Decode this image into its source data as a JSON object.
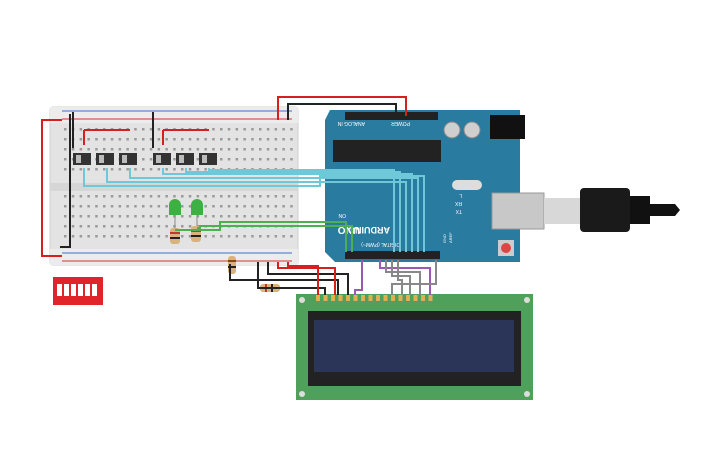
{
  "arduino": {
    "brand": "ARDUINO",
    "model": "UNO",
    "analog_header": "ANALOG IN",
    "power_header": "POWER",
    "digital_header": "DIGITAL (PWM~)",
    "on_label": "ON",
    "tx_label": "TX",
    "rx_label": "RX",
    "l_label": "L",
    "aref_label": "AREF",
    "gnd_label": "GND"
  },
  "colors": {
    "board_teal": "#2a7ba0",
    "breadboard": "#e6e6e6",
    "lcd_pcb": "#4fa05a",
    "lcd_screen": "#2b3557",
    "dip_switch": "#e0242a",
    "wire_red": "#d62020",
    "wire_black": "#222222",
    "wire_cyan": "#6fc8d8",
    "wire_green": "#4caf50",
    "wire_purple": "#9b59b6",
    "led_green": "#3cb043"
  },
  "components": {
    "led_count": 2,
    "slide_switch_count": 6,
    "dip_positions": 6
  },
  "icons": [
    "usb-cable-icon",
    "reset-button-icon",
    "led-icon",
    "resistor-icon"
  ]
}
